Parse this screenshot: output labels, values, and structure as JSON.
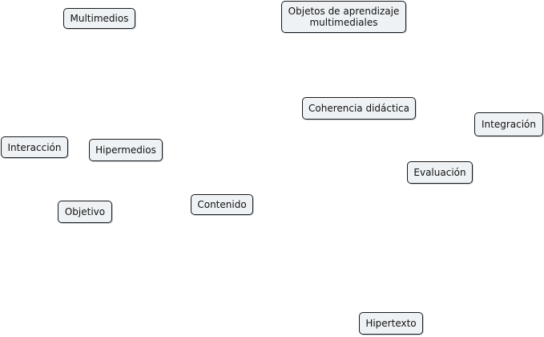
{
  "concept_map": {
    "nodes": {
      "multimedios": "Multimedios",
      "objetos_line1": "Objetos de aprendizaje",
      "objetos_line2": "multimediales",
      "coherencia": "Coherencia didáctica",
      "integracion": "Integración",
      "interaccion": "Interacción",
      "hipermedios": "Hipermedios",
      "evaluacion": "Evaluación",
      "contenido": "Contenido",
      "objetivo": "Objetivo",
      "hipertexto": "Hipertexto"
    }
  },
  "colors": {
    "node_fill": "#eef2f5",
    "node_border": "#1a1a1a",
    "text": "#111111",
    "background": "#ffffff"
  }
}
